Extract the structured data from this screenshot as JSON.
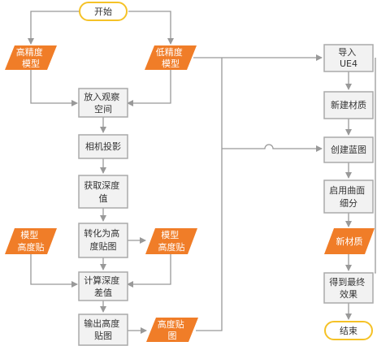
{
  "colors": {
    "terminal_border": "#f5c227",
    "process_fill": "#f2f2f2",
    "process_border": "#aaaaaa",
    "data_fill": "#f07d28",
    "connector": "#999999"
  },
  "nodes": {
    "start": "开始",
    "high_model": [
      "高精度",
      "模型"
    ],
    "low_model": [
      "低精度",
      "模型"
    ],
    "observe_space": [
      "放入观察",
      "空间"
    ],
    "camera_projection": [
      "相机投影"
    ],
    "get_depth": [
      "获取深度",
      "值"
    ],
    "convert_heightmap": [
      "转化为高",
      "度贴图"
    ],
    "model_height_left": [
      "模型",
      "高度贴"
    ],
    "model_height_right": [
      "模型",
      "高度贴"
    ],
    "calc_depth_diff": [
      "计算深度",
      "差值"
    ],
    "output_heightmap": [
      "输出高度",
      "贴图"
    ],
    "heightmap_out": [
      "高度贴",
      "图"
    ],
    "import_ue4": [
      "导入",
      "UE4"
    ],
    "new_material": [
      "新建材质"
    ],
    "create_blueprint": [
      "创建蓝图"
    ],
    "enable_subdivision": [
      "启用曲面",
      "细分"
    ],
    "new_material_data": [
      "新材质"
    ],
    "final_effect": [
      "得到最终",
      "效果"
    ],
    "end": "结束"
  }
}
